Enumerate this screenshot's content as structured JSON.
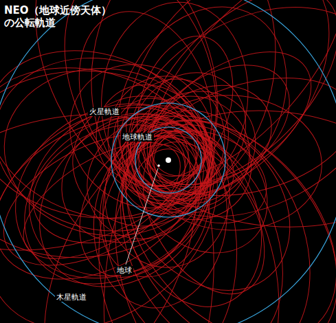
{
  "diagram": {
    "title": "NEO（地球近傍天体） の公転軌道",
    "labels": [
      "火星軌道",
      "地球軌道",
      "地球",
      "木星軌道"
    ]
  }
}
